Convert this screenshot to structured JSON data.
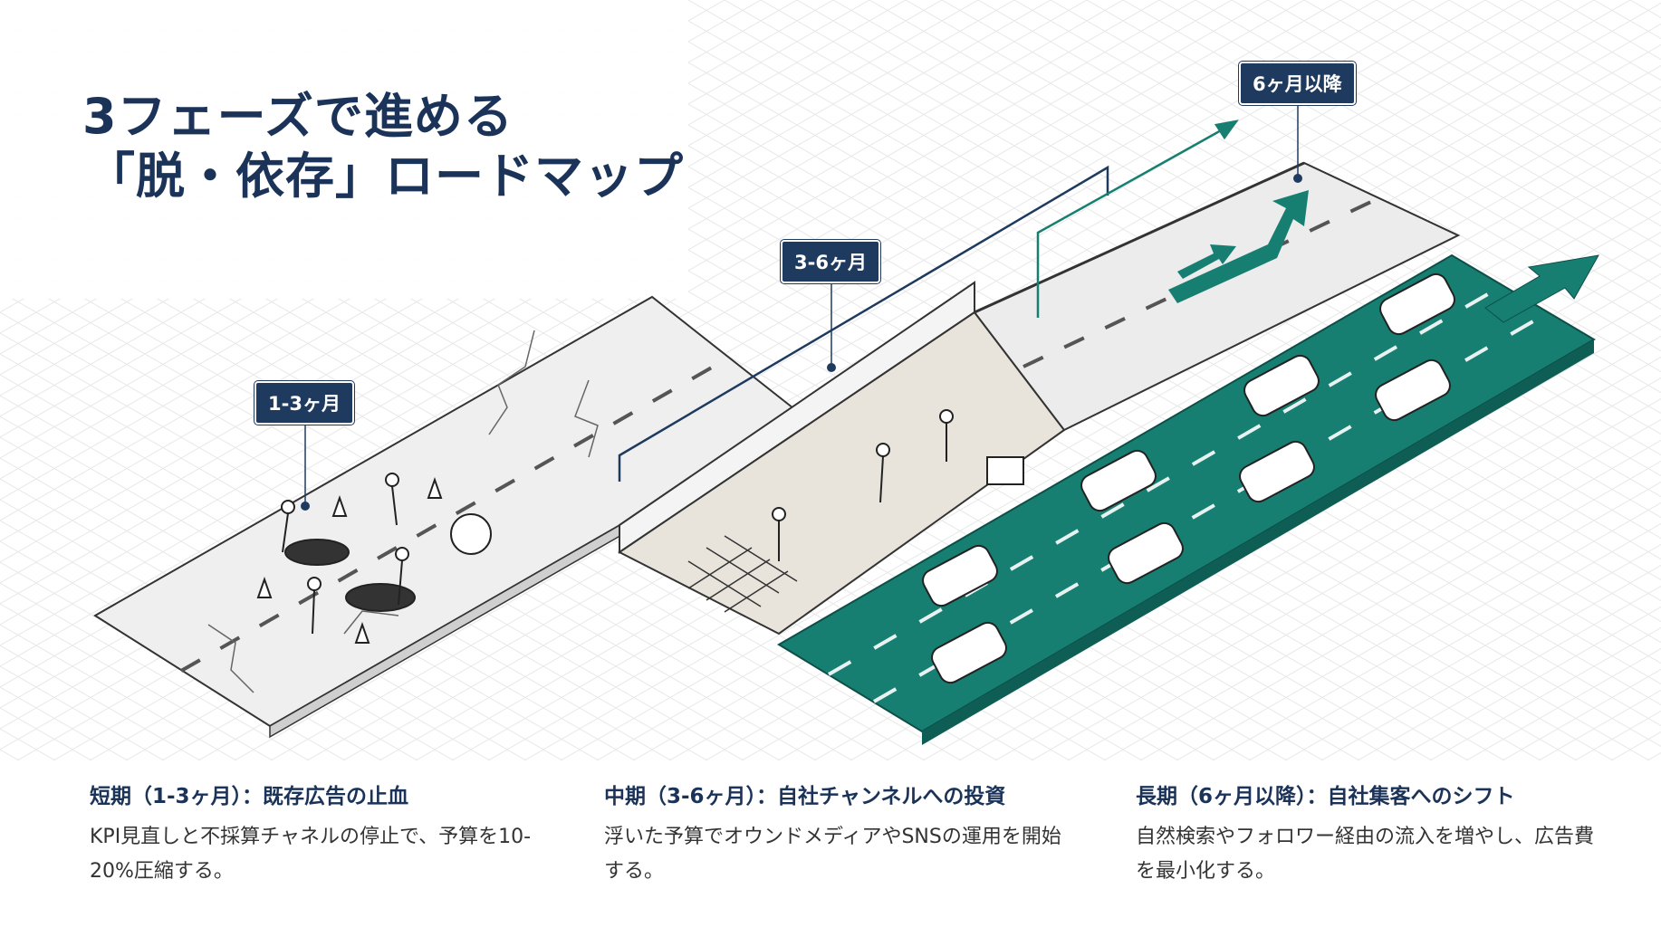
{
  "title": {
    "line1": "3フェーズで進める",
    "line2": "「脱・依存」ロードマップ"
  },
  "tags": {
    "short": "1-3ヶ月",
    "mid": "3-6ヶ月",
    "long": "6ヶ月以降"
  },
  "phases": [
    {
      "heading": "短期（1-3ヶ月）：既存広告の止血",
      "body": "KPI見直しと不採算チャネルの停止で、予算を10-20%圧縮する。"
    },
    {
      "heading": "中期（3-6ヶ月）：自社チャンネルへの投資",
      "body": "浮いた予算でオウンドメディアやSNSの運用を開始する。"
    },
    {
      "heading": "長期（6ヶ月以降）：自社集客へのシフト",
      "body": "自然検索やフォロワー経由の流入を増やし、広告費を最小化する。"
    }
  ],
  "colors": {
    "navy": "#1f3a5f",
    "teal": "#167f72",
    "road": "#ececec"
  }
}
